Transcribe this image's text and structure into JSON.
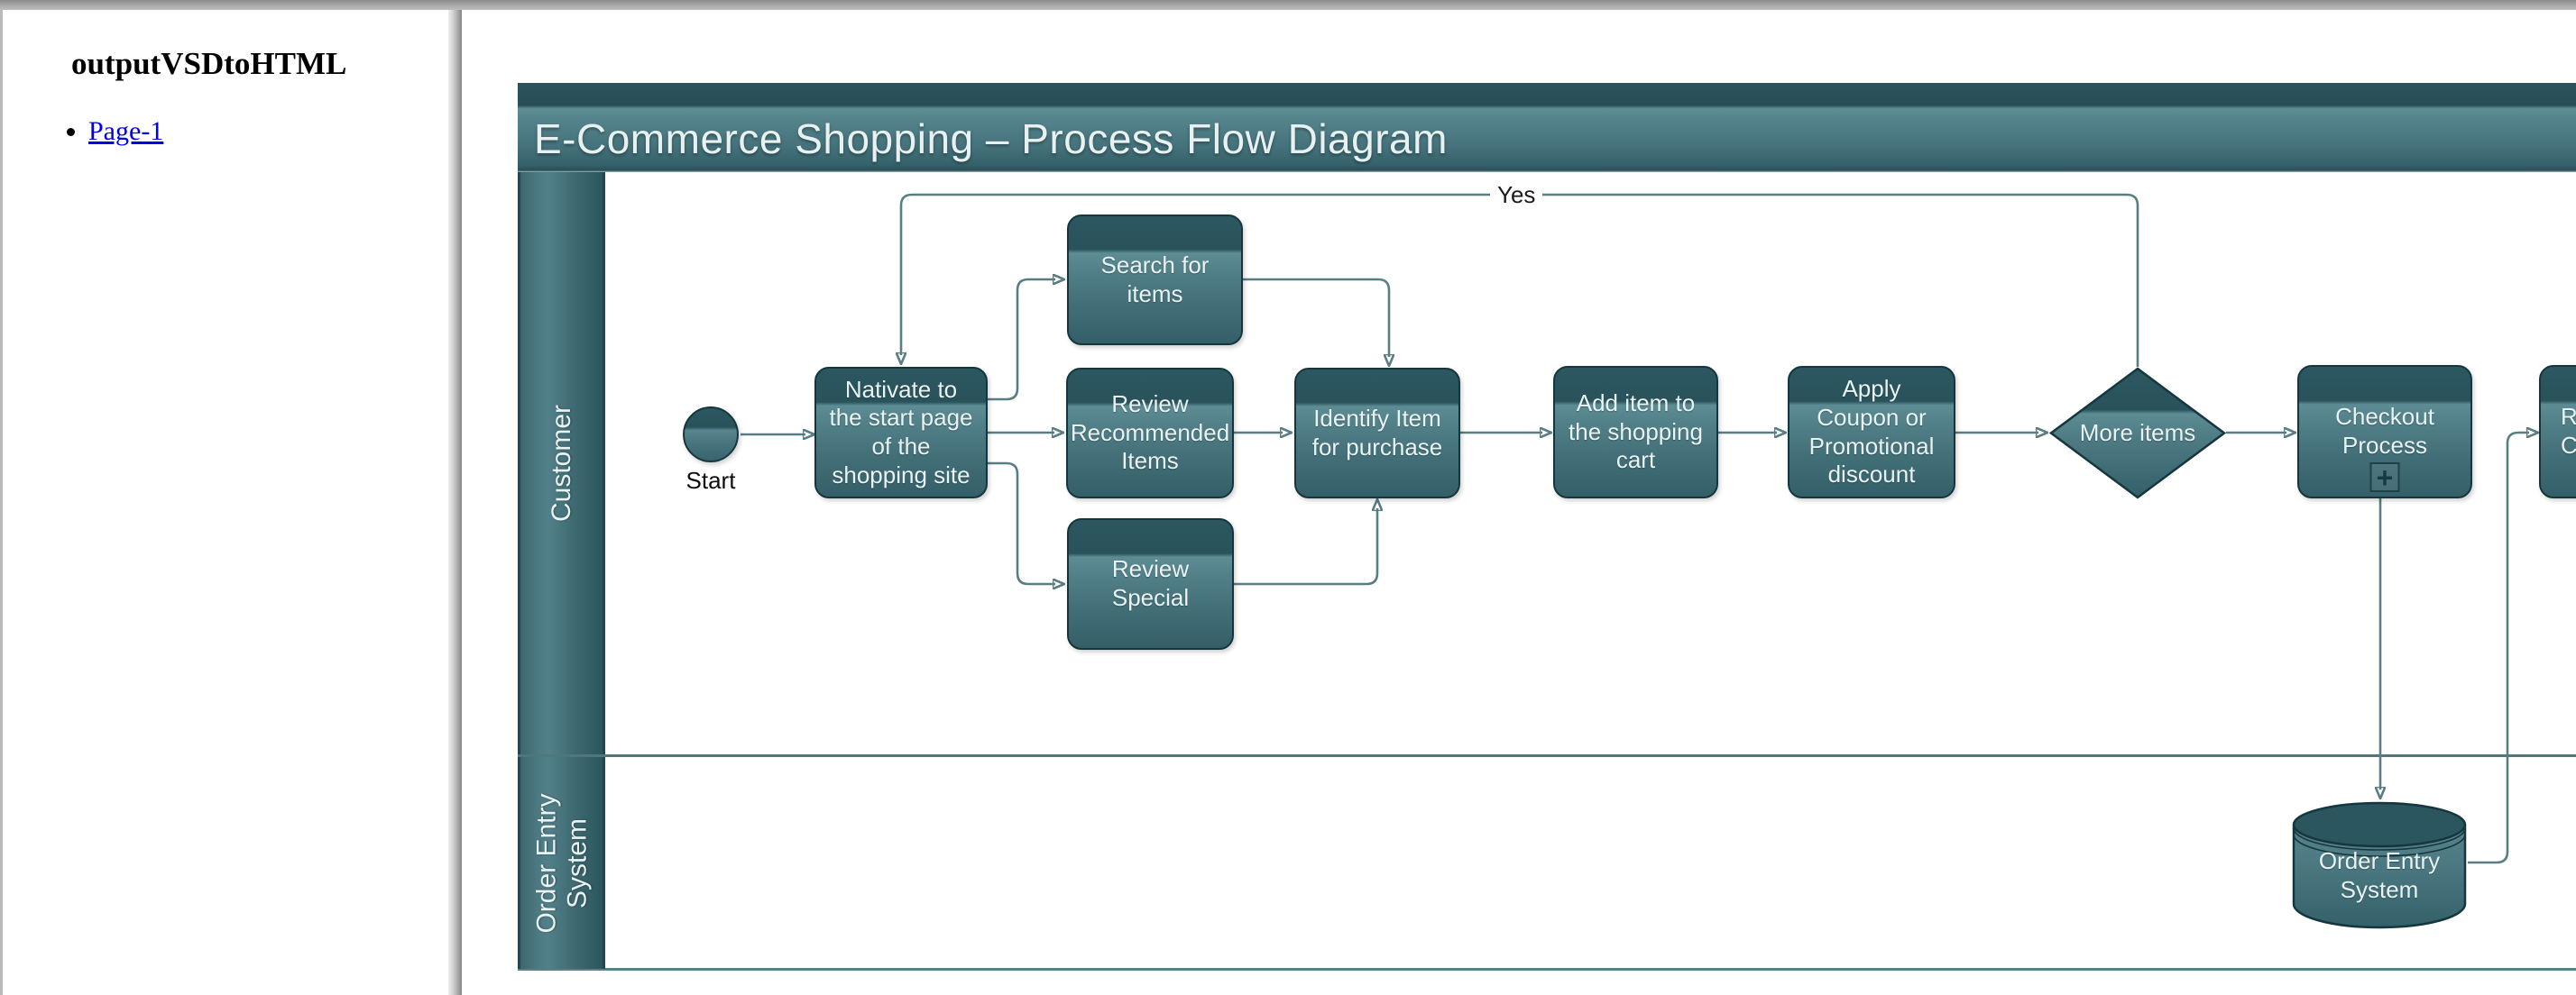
{
  "sidebar": {
    "title": "outputVSDtoHTML",
    "pages": [
      {
        "label": "Page-1"
      }
    ]
  },
  "diagram": {
    "title": "E-Commerce Shopping – Process Flow Diagram",
    "lanes": [
      {
        "label": "Customer"
      },
      {
        "label": "Order Entry System"
      }
    ],
    "nodes": {
      "start": {
        "label": "Start",
        "shape": "circle"
      },
      "navigate": {
        "label": "Nativate to the start page of the shopping site",
        "shape": "process"
      },
      "search": {
        "label": "Search for items",
        "shape": "process"
      },
      "review_recommended": {
        "label": "Review Recommended Items",
        "shape": "process"
      },
      "review_special": {
        "label": "Review Special",
        "shape": "process"
      },
      "identify": {
        "label": "Identify Item for purchase",
        "shape": "process"
      },
      "add_to_cart": {
        "label": "Add item to the shopping cart",
        "shape": "process"
      },
      "apply_coupon": {
        "label": "Apply Coupon or Promotional discount",
        "shape": "process"
      },
      "more_items": {
        "label": "More items",
        "shape": "decision"
      },
      "checkout": {
        "label": "Checkout Process",
        "shape": "subprocess",
        "subprocess_marker": "+"
      },
      "order_entry_db": {
        "label": "Order Entry System",
        "shape": "database"
      },
      "clipped_right": {
        "line1": "Re",
        "line2": "C",
        "shape": "process"
      }
    },
    "edge_labels": {
      "more_items_loop": "Yes"
    },
    "colors": {
      "teal_dark": "#2a4f58",
      "teal_mid": "#3f6b74",
      "teal_light": "#5d8c94",
      "node_border": "#16363e",
      "connector": "#587d83",
      "arrowhead": "#14333b",
      "link_blue": "#0000EE"
    }
  }
}
